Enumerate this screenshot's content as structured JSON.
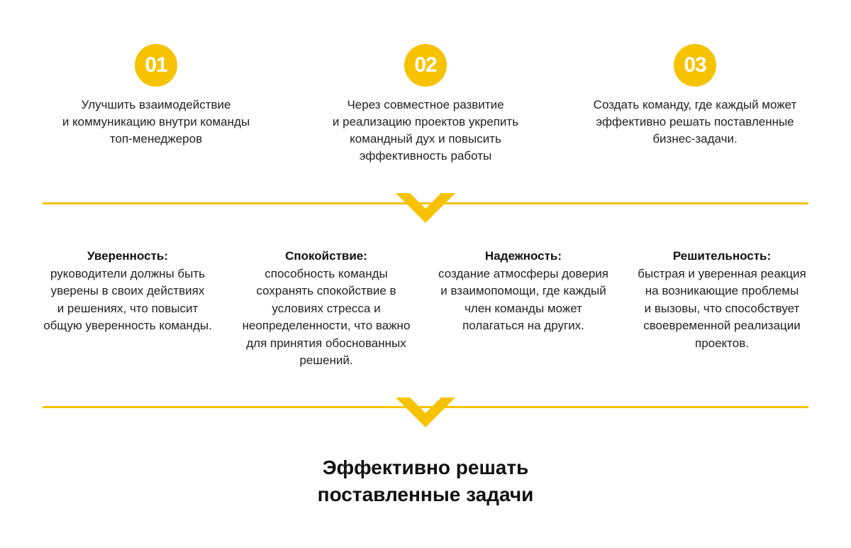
{
  "colors": {
    "accent": "#F7C200",
    "text": "#222222"
  },
  "goals": [
    {
      "number": "01",
      "text": "Улучшить взаимодействие\nи коммуникацию внутри команды\nтоп-менеджеров"
    },
    {
      "number": "02",
      "text": "Через совместное развитие\nи реализацию проектов укрепить\nкомандный дух и повысить\nэффективность работы"
    },
    {
      "number": "03",
      "text": "Создать команду, где каждый может\nэффективно решать поставленные\nбизнес-задачи."
    }
  ],
  "qualities": [
    {
      "title": "Уверенность:",
      "description": "руководители должны быть\nуверены в своих действиях\nи решениях, что повысит\nобщую уверенность команды."
    },
    {
      "title": "Спокойствие:",
      "description": "способность команды\nсохранять спокойствие в\nусловиях стресса и\nнеопределенности, что важно\nдля принятия обоснованных\nрешений."
    },
    {
      "title": "Надежность:",
      "description": "создание атмосферы доверия\nи взаимопомощи, где каждый\nчлен команды может\nполагаться на других."
    },
    {
      "title": "Решительность:",
      "description": "быстрая и уверенная реакция\nна возникающие проблемы\nи вызовы, что способствует\nсвоевременной реализации\nпроектов."
    }
  ],
  "result": {
    "text": "Эффективно решать\nпоставленные задачи"
  }
}
